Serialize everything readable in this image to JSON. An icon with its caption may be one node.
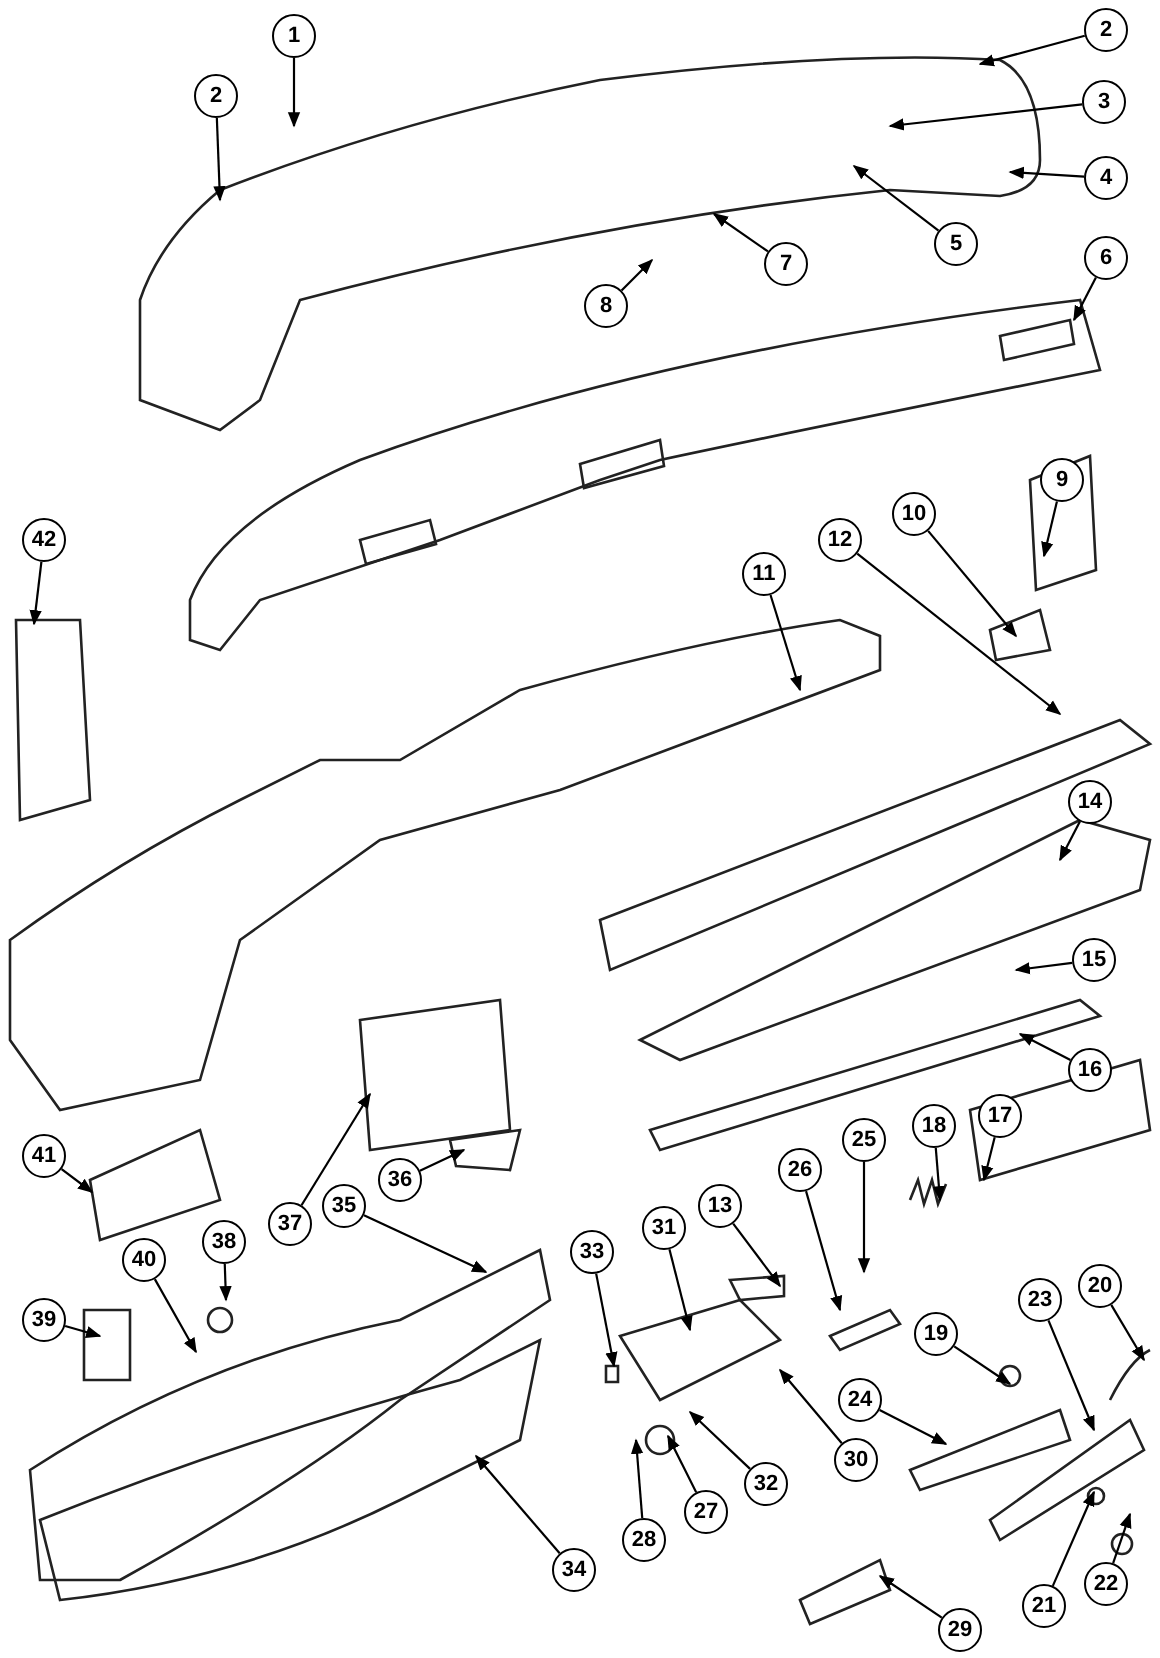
{
  "diagram": {
    "nodes": [
      {
        "text": [
          "1"
        ]
      },
      {
        "text": [
          "2"
        ]
      },
      {
        "text": [
          "2"
        ]
      },
      {
        "text": [
          "3"
        ]
      },
      {
        "text": [
          "4"
        ]
      },
      {
        "text": [
          "5"
        ]
      },
      {
        "text": [
          "6"
        ]
      },
      {
        "text": [
          "7"
        ]
      },
      {
        "text": [
          "8"
        ]
      },
      {
        "text": [
          "9"
        ]
      },
      {
        "text": [
          "10"
        ]
      },
      {
        "text": [
          "11"
        ]
      },
      {
        "text": [
          "12"
        ]
      },
      {
        "text": [
          "13"
        ]
      },
      {
        "text": [
          "14"
        ]
      },
      {
        "text": [
          "15"
        ]
      },
      {
        "text": [
          "16"
        ]
      },
      {
        "text": [
          "17"
        ]
      },
      {
        "text": [
          "18"
        ]
      },
      {
        "text": [
          "19"
        ]
      },
      {
        "text": [
          "20"
        ]
      },
      {
        "text": [
          "21"
        ]
      },
      {
        "text": [
          "22"
        ]
      },
      {
        "text": [
          "23"
        ]
      },
      {
        "text": [
          "24"
        ]
      },
      {
        "text": [
          "25"
        ]
      },
      {
        "text": [
          "26"
        ]
      },
      {
        "text": [
          "27"
        ]
      },
      {
        "text": [
          "28"
        ]
      },
      {
        "text": [
          "29"
        ]
      },
      {
        "text": [
          "30"
        ]
      },
      {
        "text": [
          "31"
        ]
      },
      {
        "text": [
          "32"
        ]
      },
      {
        "text": [
          "33"
        ]
      },
      {
        "text": [
          "34"
        ]
      },
      {
        "text": [
          "35"
        ]
      },
      {
        "text": [
          "36"
        ]
      },
      {
        "text": [
          "37"
        ]
      },
      {
        "text": [
          "38"
        ]
      },
      {
        "text": [
          "39"
        ]
      },
      {
        "text": [
          "40"
        ]
      },
      {
        "text": [
          "41"
        ]
      },
      {
        "text": [
          "42"
        ]
      }
    ],
    "edges": [
      {
        "from": 0,
        "to": null,
        "arrow": "to"
      },
      {
        "from": 1,
        "to": null,
        "arrow": "to"
      },
      {
        "from": 2,
        "to": null,
        "arrow": "to"
      },
      {
        "from": 3,
        "to": null,
        "arrow": "to"
      },
      {
        "from": 4,
        "to": null,
        "arrow": "to"
      },
      {
        "from": 5,
        "to": null,
        "arrow": "to"
      },
      {
        "from": 6,
        "to": null,
        "arrow": "to"
      },
      {
        "from": 7,
        "to": null,
        "arrow": "to"
      },
      {
        "from": 8,
        "to": null,
        "arrow": "to"
      },
      {
        "from": 9,
        "to": null,
        "arrow": "to"
      },
      {
        "from": 10,
        "to": null,
        "arrow": "to"
      },
      {
        "from": 11,
        "to": null,
        "arrow": "to"
      },
      {
        "from": 12,
        "to": null,
        "arrow": "to"
      },
      {
        "from": 13,
        "to": null,
        "arrow": "to"
      },
      {
        "from": 14,
        "to": null,
        "arrow": "to"
      },
      {
        "from": 15,
        "to": null,
        "arrow": "to"
      },
      {
        "from": 16,
        "to": null,
        "arrow": "to"
      },
      {
        "from": 17,
        "to": null,
        "arrow": "to"
      },
      {
        "from": 18,
        "to": null,
        "arrow": "to"
      },
      {
        "from": 19,
        "to": null,
        "arrow": "to"
      },
      {
        "from": 20,
        "to": null,
        "arrow": "to"
      },
      {
        "from": 21,
        "to": null,
        "arrow": "to"
      },
      {
        "from": 22,
        "to": null,
        "arrow": "to"
      },
      {
        "from": 23,
        "to": null,
        "arrow": "to"
      },
      {
        "from": 24,
        "to": null,
        "arrow": "to"
      },
      {
        "from": 25,
        "to": null,
        "arrow": "to"
      },
      {
        "from": 26,
        "to": null,
        "arrow": "to"
      },
      {
        "from": 27,
        "to": null,
        "arrow": "to"
      },
      {
        "from": 28,
        "to": null,
        "arrow": "to"
      },
      {
        "from": 29,
        "to": null,
        "arrow": "to"
      },
      {
        "from": 30,
        "to": null,
        "arrow": "to"
      },
      {
        "from": 31,
        "to": null,
        "arrow": "to"
      },
      {
        "from": 32,
        "to": null,
        "arrow": "to"
      },
      {
        "from": 33,
        "to": null,
        "arrow": "to"
      },
      {
        "from": 34,
        "to": null,
        "arrow": "to"
      },
      {
        "from": 35,
        "to": null,
        "arrow": "to"
      },
      {
        "from": 36,
        "to": null,
        "arrow": "to"
      },
      {
        "from": 37,
        "to": null,
        "arrow": "to"
      },
      {
        "from": 38,
        "to": null,
        "arrow": "to"
      },
      {
        "from": 39,
        "to": null,
        "arrow": "to"
      },
      {
        "from": 40,
        "to": null,
        "arrow": "to"
      },
      {
        "from": 41,
        "to": null,
        "arrow": "to"
      },
      {
        "from": 42,
        "to": null,
        "arrow": "to"
      }
    ]
  }
}
